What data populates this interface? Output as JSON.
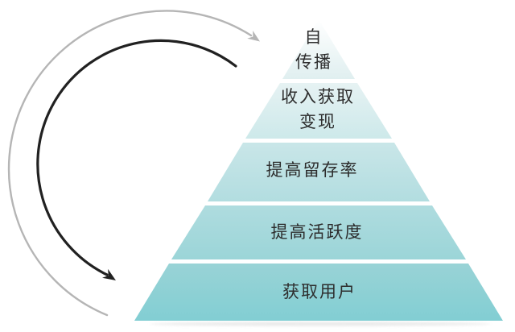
{
  "background": "#ffffff",
  "pyramid": {
    "text_color": "#2d2d2d",
    "levels": [
      {
        "name": "self-propagation",
        "lines": [
          "自",
          "传播"
        ],
        "fill_top": "#ffffff",
        "fill_bottom": "#e0eff0"
      },
      {
        "name": "revenue-monetization",
        "lines": [
          "收入获取",
          "变现"
        ],
        "fill_top": "#e6f2f3",
        "fill_bottom": "#cde9ea"
      },
      {
        "name": "improve-retention",
        "lines": [
          "提高留存率"
        ],
        "fill_top": "#c9e6e8",
        "fill_bottom": "#b2dde0"
      },
      {
        "name": "improve-activity",
        "lines": [
          "提高活跃度"
        ],
        "fill_top": "#afdcdf",
        "fill_bottom": "#9bd5d8"
      },
      {
        "name": "acquire-users",
        "lines": [
          "获取用户"
        ],
        "fill_top": "#99d3d6",
        "fill_bottom": "#82ced3"
      }
    ]
  },
  "arrows": {
    "outer_gray": {
      "color": "#b5b5b5"
    },
    "inner_black": {
      "color": "#212121"
    }
  }
}
